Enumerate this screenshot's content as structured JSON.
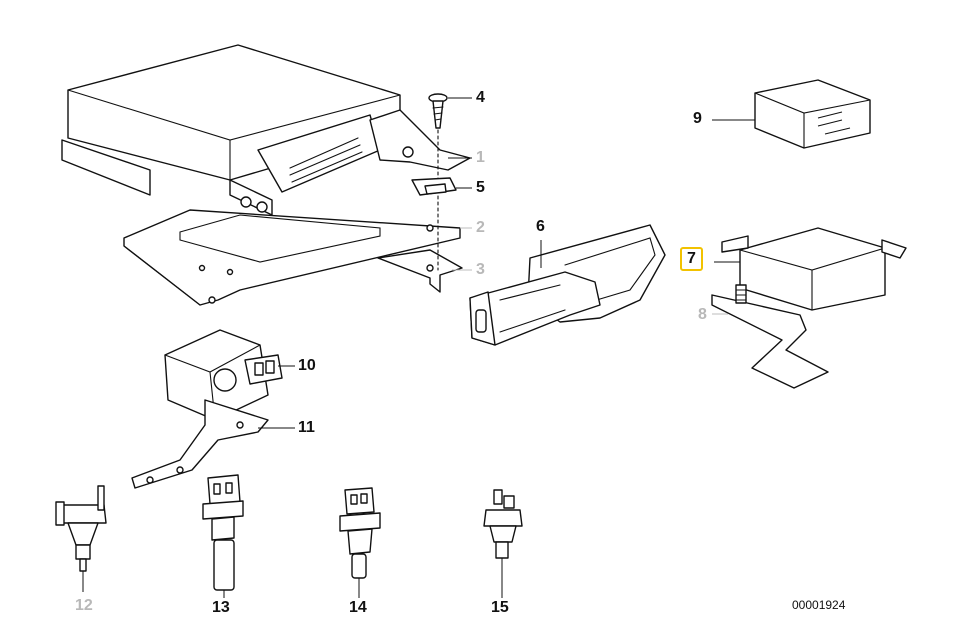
{
  "callouts": [
    {
      "label": "1",
      "state": "dimmed"
    },
    {
      "label": "2",
      "state": "dimmed"
    },
    {
      "label": "3",
      "state": "dimmed"
    },
    {
      "label": "4",
      "state": "normal"
    },
    {
      "label": "5",
      "state": "normal"
    },
    {
      "label": "6",
      "state": "normal"
    },
    {
      "label": "7",
      "state": "highlighted"
    },
    {
      "label": "8",
      "state": "dimmed"
    },
    {
      "label": "9",
      "state": "normal"
    },
    {
      "label": "10",
      "state": "normal"
    },
    {
      "label": "11",
      "state": "normal"
    },
    {
      "label": "12",
      "state": "dimmed"
    },
    {
      "label": "13",
      "state": "normal"
    },
    {
      "label": "14",
      "state": "normal"
    },
    {
      "label": "15",
      "state": "normal"
    }
  ],
  "document_number": "00001924",
  "colors": {
    "highlight_border": "#f2c200",
    "dimmed_label": "#b8b8b8",
    "line": "#111111"
  }
}
